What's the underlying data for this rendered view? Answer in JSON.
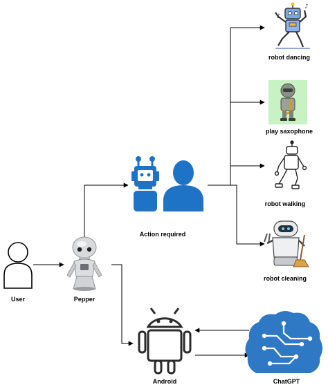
{
  "labels": {
    "user": "User",
    "pepper": "Pepper",
    "action_required": "Action required",
    "android": "Android",
    "chatgpt": "ChatGPT",
    "robot_dancing": "robot dancing",
    "play_saxophone": "play saxophone",
    "robot_walking": "robot walking",
    "robot_cleaning": "robot cleaning"
  },
  "icons": {
    "user": "user-outline-icon",
    "pepper": "pepper-robot-icon",
    "action_required": "robot-and-person-icon",
    "android": "android-logo-icon",
    "chatgpt": "brain-circuit-icon",
    "robot_dancing": "dancing-robot-icon",
    "play_saxophone": "saxophone-robot-icon",
    "robot_walking": "walking-robot-icon",
    "robot_cleaning": "cleaning-robot-icon"
  },
  "colors": {
    "accent_blue": "#1f73c6",
    "chatgpt_blue": "#2f78c4",
    "line": "#000000",
    "sax_background": "#c9f2c4"
  }
}
